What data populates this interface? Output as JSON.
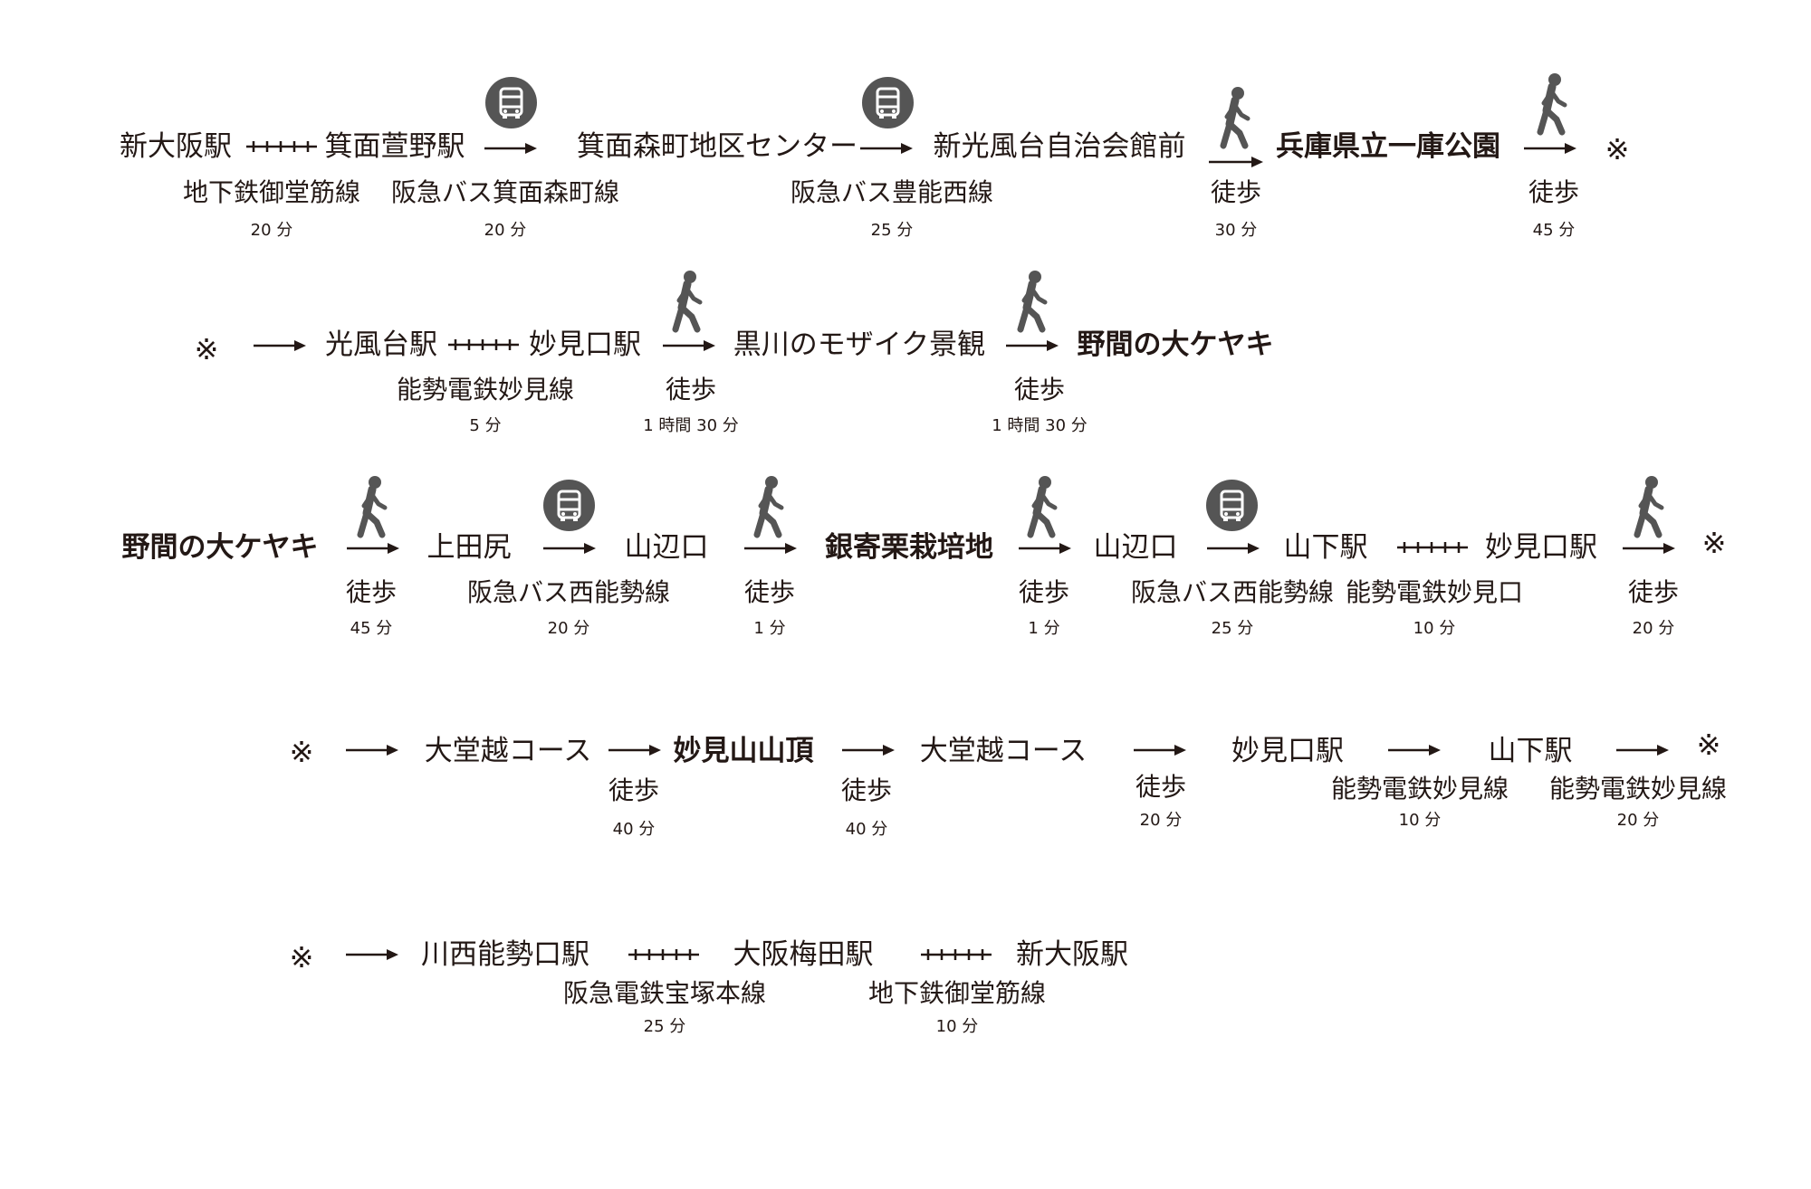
{
  "colors": {
    "text": "#231815",
    "icon": "#555555",
    "background": "#ffffff"
  },
  "rows": [
    {
      "stations": [
        "新大阪駅",
        "箕面萱野駅",
        "箕面森町地区センター",
        "新光風台自治会館前",
        "兵庫県立一庫公園",
        "※"
      ],
      "legs": [
        {
          "mode": "rail",
          "line": "地下鉄御堂筋線",
          "time": "20 分"
        },
        {
          "mode": "bus",
          "icon": "bus-icon",
          "line": "阪急バス箕面森町線",
          "time": "20 分"
        },
        {
          "mode": "bus",
          "icon": "bus-icon",
          "line": "阪急バス豊能西線",
          "time": "25 分"
        },
        {
          "mode": "walk",
          "icon": "walker-icon",
          "line": "徒歩",
          "time": "30 分"
        },
        {
          "mode": "walk",
          "icon": "walker-icon",
          "line": "徒歩",
          "time": "45 分"
        }
      ]
    },
    {
      "stations": [
        "※",
        "光風台駅",
        "妙見口駅",
        "黒川のモザイク景観",
        "野間の大ケヤキ"
      ],
      "legs": [
        {
          "mode": "arrow"
        },
        {
          "mode": "rail",
          "line": "能勢電鉄妙見線",
          "time": "5 分"
        },
        {
          "mode": "walk",
          "icon": "walker-icon",
          "line": "徒歩",
          "time": "1 時間 30 分"
        },
        {
          "mode": "walk",
          "icon": "walker-icon",
          "line": "徒歩",
          "time": "1 時間 30 分"
        }
      ]
    },
    {
      "stations": [
        "野間の大ケヤキ",
        "上田尻",
        "山辺口",
        "銀寄栗栽培地",
        "山辺口",
        "山下駅",
        "妙見口駅",
        "※"
      ],
      "legs": [
        {
          "mode": "walk",
          "icon": "walker-icon",
          "line": "徒歩",
          "time": "45 分"
        },
        {
          "mode": "bus",
          "icon": "bus-icon",
          "line": "阪急バス西能勢線",
          "time": "20 分"
        },
        {
          "mode": "walk",
          "icon": "walker-icon",
          "line": "徒歩",
          "time": "1 分"
        },
        {
          "mode": "walk",
          "icon": "walker-icon",
          "line": "徒歩",
          "time": "1 分"
        },
        {
          "mode": "bus",
          "icon": "bus-icon",
          "line": "阪急バス西能勢線",
          "time": "25 分"
        },
        {
          "mode": "rail",
          "line": "能勢電鉄妙見口",
          "time": "10 分"
        },
        {
          "mode": "walk",
          "icon": "walker-icon",
          "line": "徒歩",
          "time": "20 分"
        }
      ]
    },
    {
      "stations": [
        "※",
        "大堂越コース",
        "妙見山山頂",
        "大堂越コース",
        "妙見口駅",
        "山下駅",
        "※"
      ],
      "legs": [
        {
          "mode": "arrow"
        },
        {
          "mode": "walk",
          "line": "徒歩",
          "time": "40 分"
        },
        {
          "mode": "walk",
          "line": "徒歩",
          "time": "40 分"
        },
        {
          "mode": "walk",
          "line": "徒歩",
          "time": "20 分"
        },
        {
          "mode": "rail",
          "line": "能勢電鉄妙見線",
          "time": "10 分"
        },
        {
          "mode": "rail",
          "line": "能勢電鉄妙見線",
          "time": "20 分"
        }
      ]
    },
    {
      "stations": [
        "※",
        "川西能勢口駅",
        "大阪梅田駅",
        "新大阪駅"
      ],
      "legs": [
        {
          "mode": "arrow"
        },
        {
          "mode": "rail",
          "line": "阪急電鉄宝塚本線",
          "time": "25 分"
        },
        {
          "mode": "rail",
          "line": "地下鉄御堂筋線",
          "time": "10 分"
        }
      ]
    }
  ]
}
